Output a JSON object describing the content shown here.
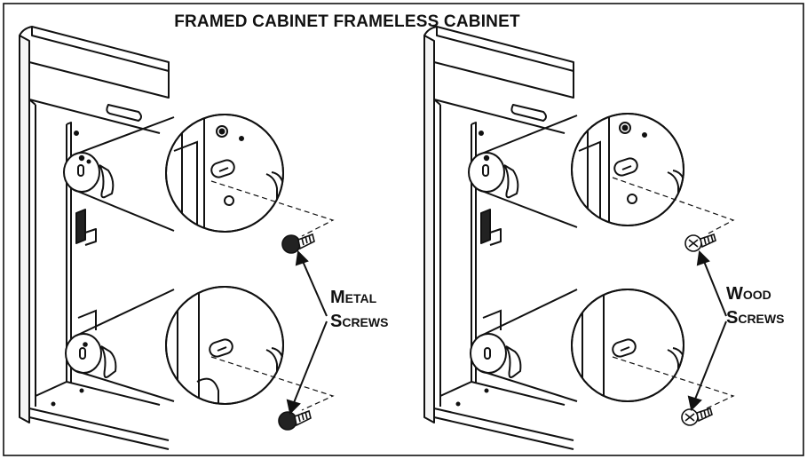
{
  "title": "FRAMED CABINET FRAMELESS CABINET",
  "left_callout": {
    "line1": "Metal",
    "line2": "Screws"
  },
  "right_callout": {
    "line1": "Wood",
    "line2": "Screws"
  },
  "colors": {
    "ink": "#111111",
    "background": "#ffffff"
  }
}
